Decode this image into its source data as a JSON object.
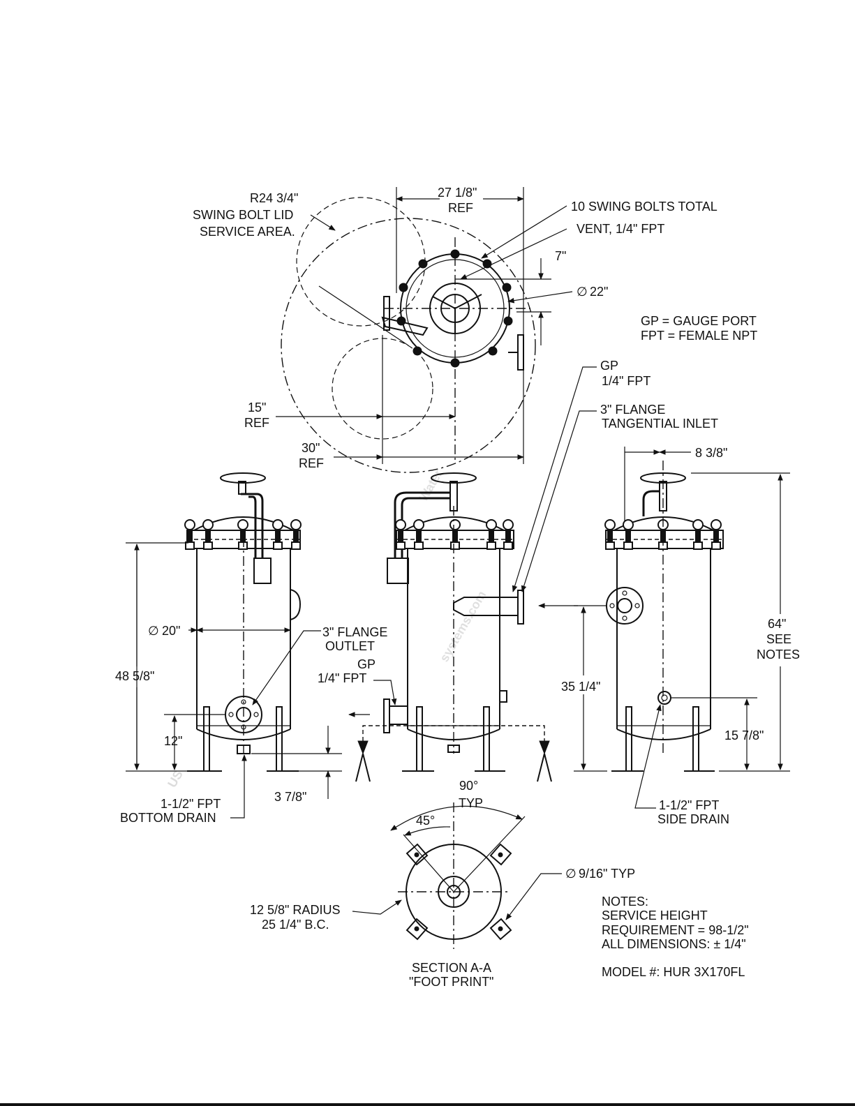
{
  "watermark": {
    "brand_a": "US",
    "brand_b": "Water",
    "brand_c": "systems.com"
  },
  "top_view": {
    "r_radius": "R24 3/4\"",
    "swing_bolt_lid": "SWING BOLT LID",
    "service_area": "SERVICE AREA.",
    "width": "27 1/8\"",
    "width_ref": "REF",
    "swing_bolts": "10 SWING BOLTS TOTAL",
    "vent": "VENT, 1/4\" FPT",
    "offset": "7\"",
    "diameter": "22\"",
    "dim_15": "15\"",
    "dim_15_ref": "REF",
    "dim_30": "30\"",
    "dim_30_ref": "REF"
  },
  "legend": {
    "gp": "GP = GAUGE PORT",
    "fpt": "FPT = FEMALE NPT"
  },
  "callouts": {
    "gp_top": "GP",
    "gp_top_size": "1/4\" FPT",
    "inlet": "3\" FLANGE",
    "inlet_desc": "TANGENTIAL INLET",
    "right_offset": "8 3/8\""
  },
  "left_view": {
    "diameter": "20\"",
    "outlet": "3\" FLANGE",
    "outlet_desc": "OUTLET",
    "height": "48 5/8\"",
    "gp": "GP",
    "gp_size": "1/4\" FPT",
    "outlet_height": "12\"",
    "drain_size": "1-1/2\" FPT",
    "drain_desc": "BOTTOM DRAIN",
    "clearance": "3 7/8\""
  },
  "right_view": {
    "total_height": "64\"",
    "see": "SEE",
    "notes": "NOTES",
    "inlet_height": "35 1/4\"",
    "drain_height": "15 7/8\"",
    "drain_size": "1-1/2\" FPT",
    "drain_desc": "SIDE DRAIN"
  },
  "section": {
    "angle_90": "90°",
    "typ": "TYP",
    "angle_45": "45°",
    "hole": "9/16\" TYP",
    "radius": "12 5/8\" RADIUS",
    "bc": "25 1/4\" B.C.",
    "title": "SECTION A-A",
    "subtitle": "\"FOOT PRINT\""
  },
  "notes": {
    "heading": "NOTES:",
    "line1": "SERVICE HEIGHT",
    "line2": "REQUIREMENT = 98-1/2\"",
    "line3": "ALL DIMENSIONS: ± 1/4\"",
    "model": "MODEL #: HUR 3X170FL"
  }
}
